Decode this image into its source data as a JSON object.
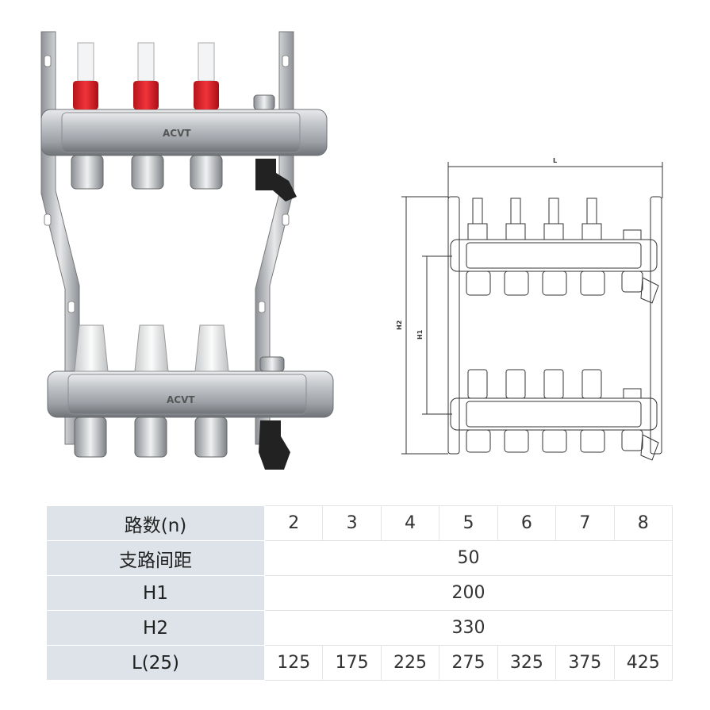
{
  "product": {
    "brand_label_top": "ACVT",
    "brand_label_bottom": "ACVT"
  },
  "drawing": {
    "dim_L": "L",
    "dim_H1": "H1",
    "dim_H2": "H2"
  },
  "spec_table": {
    "row_headers": [
      "路数(n)",
      "支路间距",
      "H1",
      "H2",
      "L(25)"
    ],
    "ways": [
      "2",
      "3",
      "4",
      "5",
      "6",
      "7",
      "8"
    ],
    "branch_spacing": "50",
    "h1": "200",
    "h2": "330",
    "length": [
      "125",
      "175",
      "225",
      "275",
      "325",
      "375",
      "425"
    ]
  }
}
